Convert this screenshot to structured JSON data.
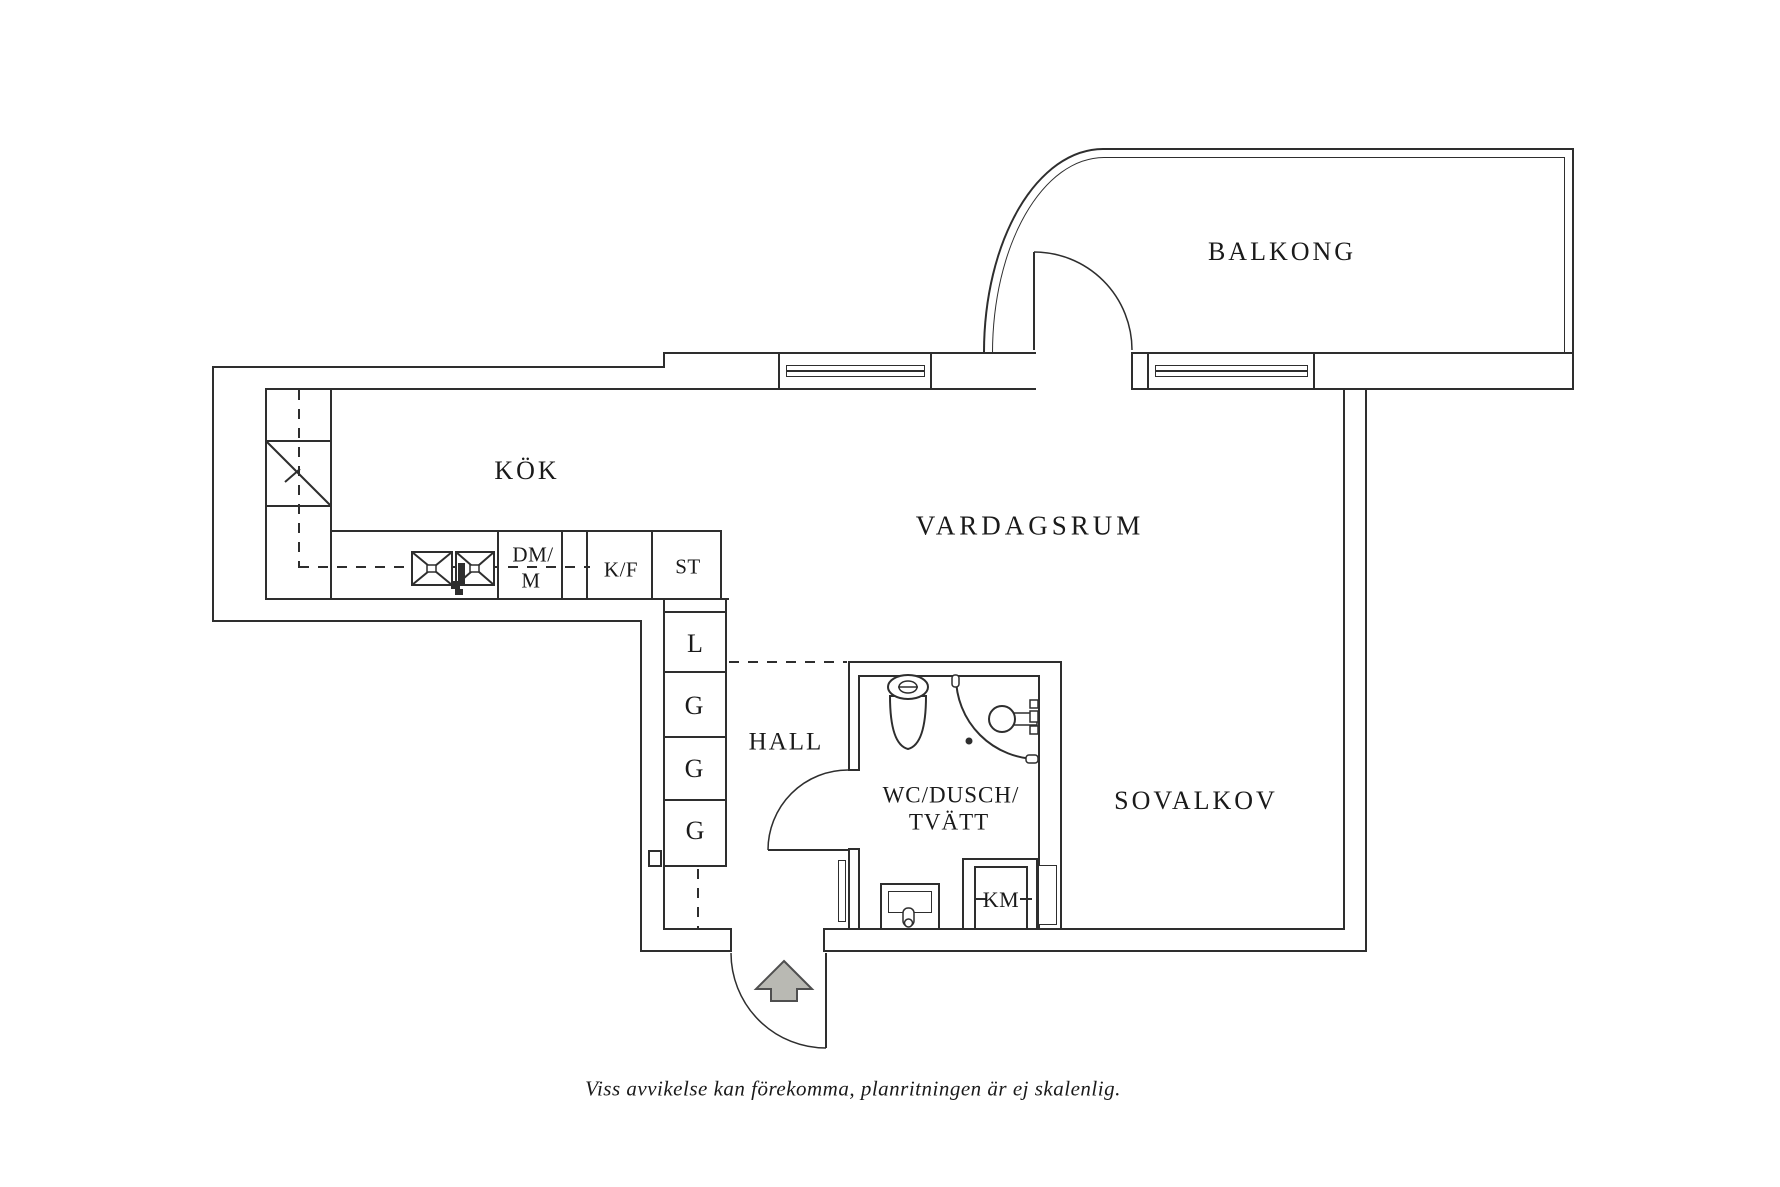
{
  "plan": {
    "rooms": {
      "balkong": "BALKONG",
      "kok": "KÖK",
      "vardagsrum": "VARDAGSRUM",
      "hall": "HALL",
      "wc_line1": "WC/DUSCH/",
      "wc_line2": "TVÄTT",
      "sovalkov": "SOVALKOV"
    },
    "fixtures": {
      "dishwasher_line1": "DM/",
      "dishwasher_line2": "M",
      "fridge_freezer": "K/F",
      "pantry": "ST",
      "washing_machine": "KM",
      "closet_l": "L",
      "closet_g1": "G",
      "closet_g2": "G",
      "closet_g3": "G"
    },
    "footer": {
      "disclaimer": "Viss avvikelse kan förekomma, planritningen är ej skalenlig."
    },
    "colors": {
      "wall": "#2e2e2e",
      "text": "#1a1a1a",
      "arrow_fill": "#b9b9b3",
      "arrow_stroke": "#4f4f4f",
      "background": "#ffffff"
    }
  }
}
